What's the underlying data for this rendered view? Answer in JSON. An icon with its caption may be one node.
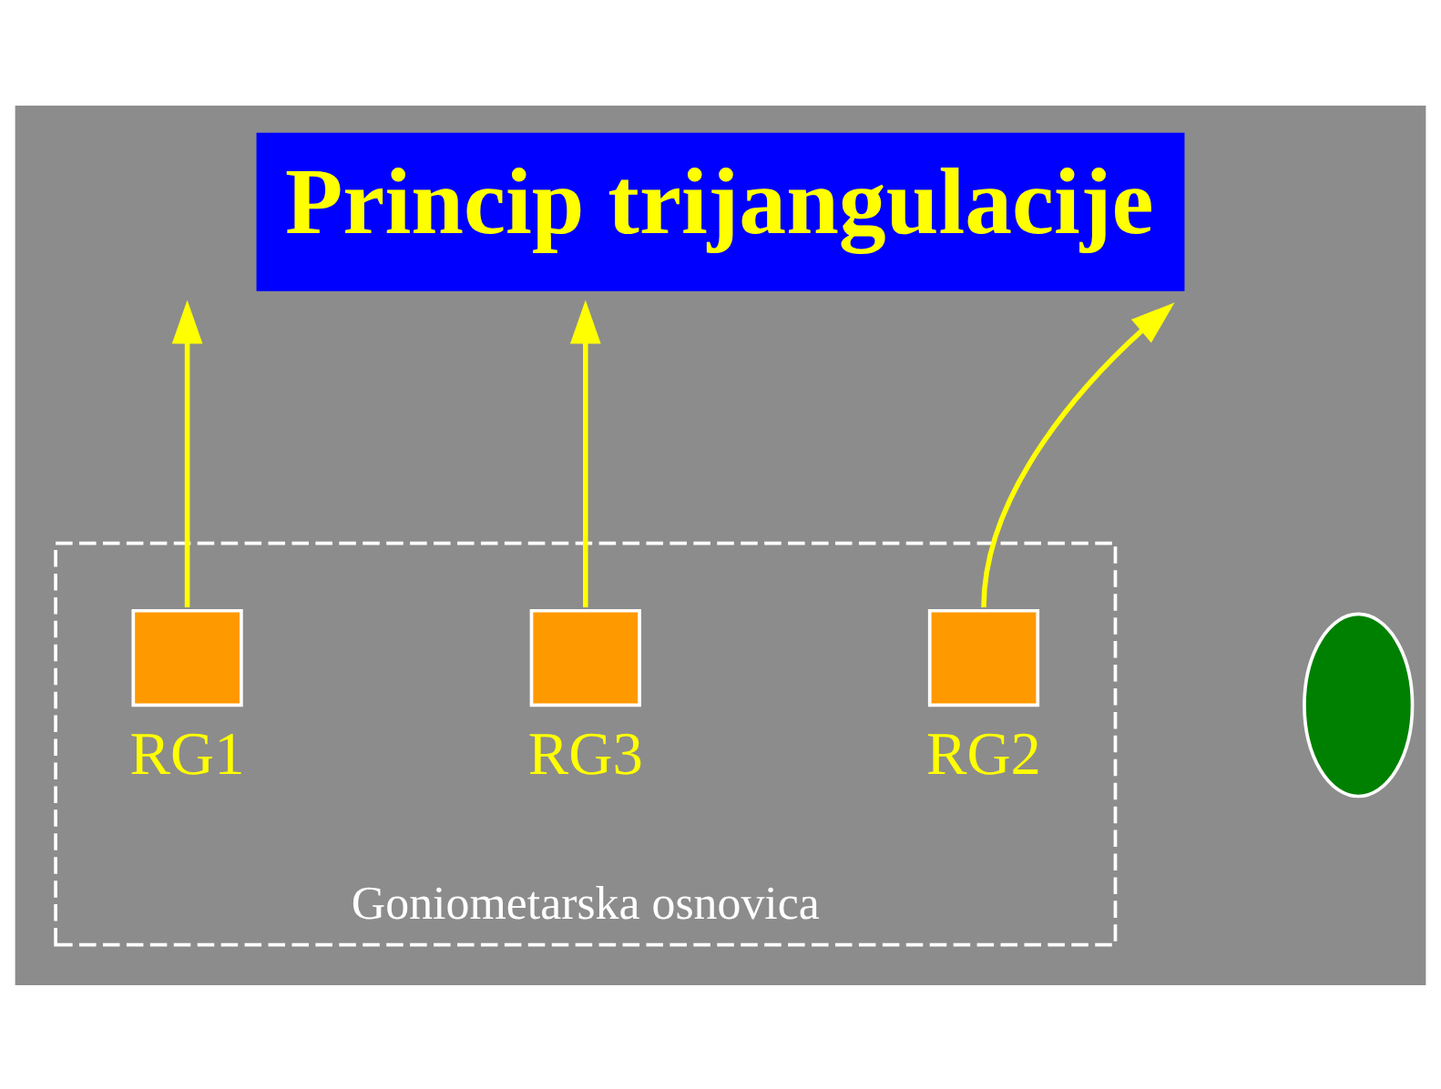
{
  "diagram": {
    "title": "Princip trijangulacije",
    "nodes": [
      {
        "text": [
          "Goniometarska osnovica"
        ]
      },
      {
        "text": [],
        "shape": "box",
        "beside": [
          "RG1"
        ],
        "in": 0
      },
      {
        "text": [],
        "shape": "box",
        "beside": [
          "RG2"
        ],
        "in": 0
      },
      {
        "text": [],
        "shape": "box",
        "beside": [
          "RG3"
        ],
        "in": 0
      },
      {
        "text": [],
        "shape": "ellipse"
      }
    ],
    "edges": [
      {
        "from": 1,
        "to": null,
        "arrow": "to"
      },
      {
        "from": 2,
        "to": null,
        "arrow": "to"
      },
      {
        "from": 3,
        "to": null,
        "arrow": "to"
      }
    ]
  }
}
